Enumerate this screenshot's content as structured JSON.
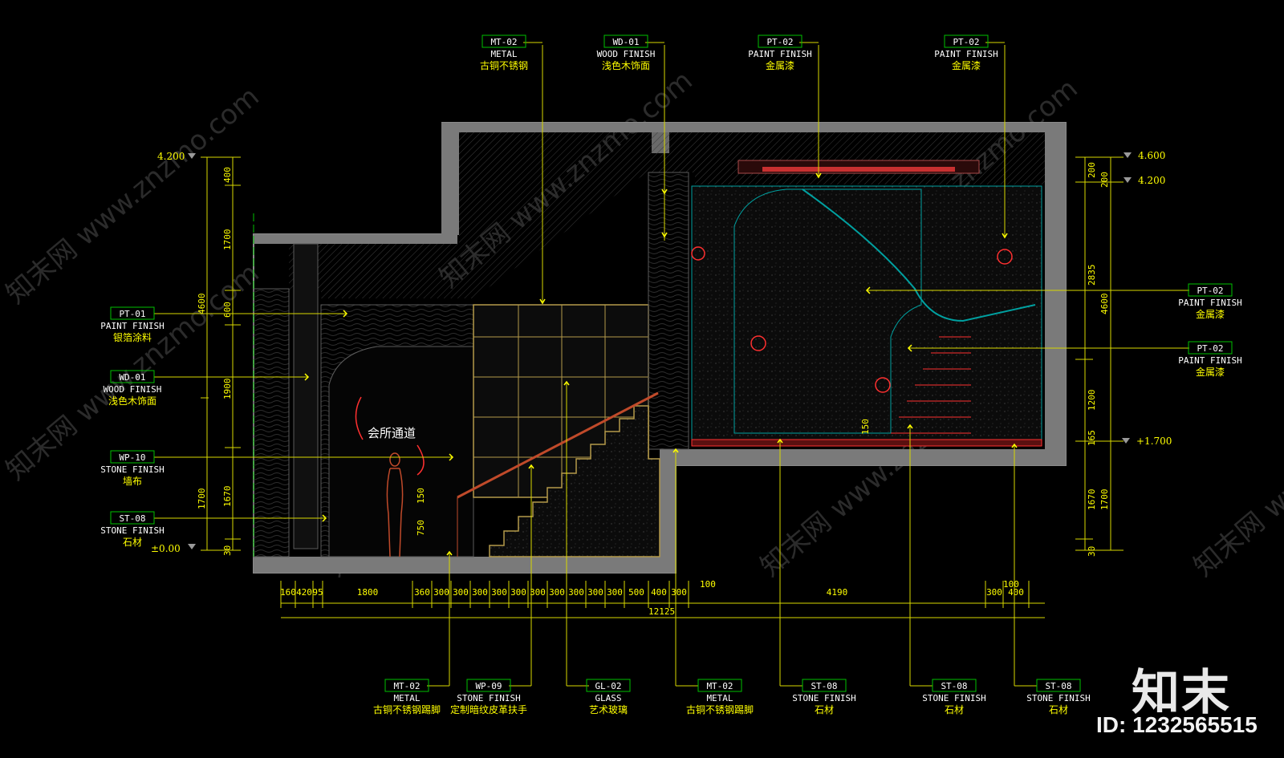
{
  "tags": {
    "mt02_top": {
      "code": "MT-02",
      "cat": "METAL",
      "desc": "古铜不锈钢"
    },
    "wd01_top": {
      "code": "WD-01",
      "cat": "WOOD  FINISH",
      "desc": "浅色木饰面"
    },
    "pt02_top1": {
      "code": "PT-02",
      "cat": "PAINT  FINISH",
      "desc": "金属漆"
    },
    "pt02_top2": {
      "code": "PT-02",
      "cat": "PAINT  FINISH",
      "desc": "金属漆"
    },
    "pt01_left": {
      "code": "PT-01",
      "cat": "PAINT  FINISH",
      "desc": "银箔涂料"
    },
    "wd01_left": {
      "code": "WD-01",
      "cat": "WOOD  FINISH",
      "desc": "浅色木饰面"
    },
    "wp10_left": {
      "code": "WP-10",
      "cat": "STONE  FINISH",
      "desc": "墙布"
    },
    "st08_left": {
      "code": "ST-08",
      "cat": "STONE  FINISH",
      "desc": "石材"
    },
    "pt02_right1": {
      "code": "PT-02",
      "cat": "PAINT  FINISH",
      "desc": "金属漆"
    },
    "pt02_right2": {
      "code": "PT-02",
      "cat": "PAINT  FINISH",
      "desc": "金属漆"
    },
    "mt02_b1": {
      "code": "MT-02",
      "cat": "METAL",
      "desc": "古铜不锈钢踢脚"
    },
    "wp09_b": {
      "code": "WP-09",
      "cat": "STONE  FINISH",
      "desc": "定制暗纹皮革扶手"
    },
    "gl02_b": {
      "code": "GL-02",
      "cat": "GLASS",
      "desc": "艺术玻璃"
    },
    "mt02_b2": {
      "code": "MT-02",
      "cat": "METAL",
      "desc": "古铜不锈钢踢脚"
    },
    "st08_b1": {
      "code": "ST-08",
      "cat": "STONE  FINISH",
      "desc": "石材"
    },
    "st08_b2": {
      "code": "ST-08",
      "cat": "STONE  FINISH",
      "desc": "石材"
    },
    "st08_b3": {
      "code": "ST-08",
      "cat": "STONE  FINISH",
      "desc": "石材"
    }
  },
  "levels": {
    "left_top": "4.200",
    "left_zero": "±0.00",
    "right_top": "4.600",
    "right_mid": "4.200",
    "right_floor": "+1.700"
  },
  "dims": {
    "left_outer": [
      "4600",
      "1700"
    ],
    "left_inner": [
      "400",
      "1700",
      "600",
      "1900",
      "1670",
      "30"
    ],
    "right_inner": [
      "200",
      "200",
      "2835",
      "1200",
      "165",
      "1670",
      "30"
    ],
    "right_outer": [
      "4600",
      "1700"
    ],
    "bottom_row": [
      "160",
      "420",
      "95",
      "1800",
      "360",
      "300",
      "300",
      "300",
      "300",
      "300",
      "300",
      "300",
      "300",
      "300",
      "300",
      "500",
      "400",
      "300",
      "4190",
      "300",
      "400"
    ],
    "bottom_extra": [
      "100",
      "100"
    ],
    "bottom_total": "12125",
    "step_dims": [
      "150",
      "750",
      "150"
    ]
  },
  "room_label": "会所通道",
  "watermark": "知末网 www.znzmo.com",
  "brand": {
    "logo": "知末",
    "id": "ID: 1232565515"
  },
  "colors": {
    "bg": "#000000",
    "tag": "#00c000",
    "text": "#ffff00",
    "line": "#d8d800",
    "wall": "#9a9a9a",
    "section": "#5a5a5a",
    "accent": "#ff3030",
    "cyan": "#00a0a0"
  }
}
